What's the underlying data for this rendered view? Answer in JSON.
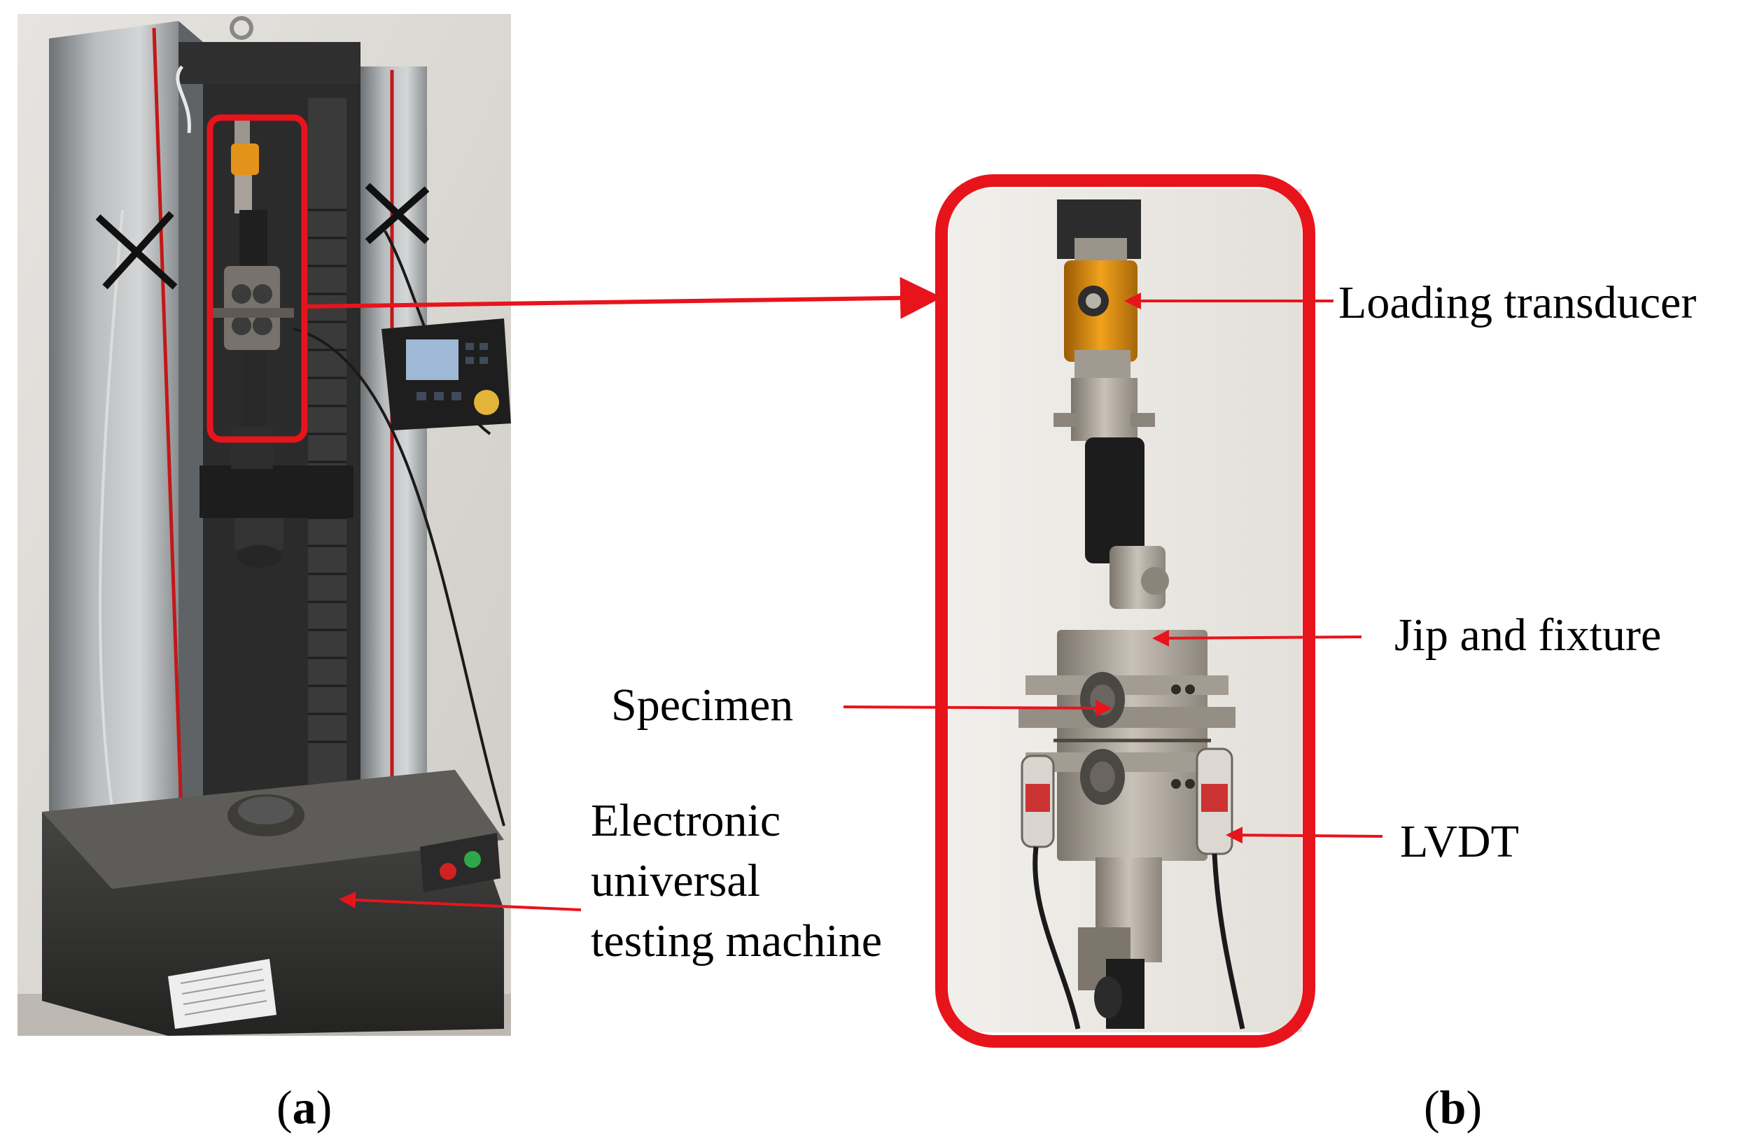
{
  "labels": {
    "loading_transducer": "Loading transducer",
    "jip_and_fixture": "Jip and fixture",
    "specimen": "Specimen",
    "lvdt": "LVDT",
    "machine_line1": "Electronic",
    "machine_line2": "universal",
    "machine_line3": "testing machine"
  },
  "subfigures": {
    "a": "a",
    "b": "b"
  },
  "colors": {
    "highlight": "#e8141c",
    "arrow": "#e8141c"
  }
}
